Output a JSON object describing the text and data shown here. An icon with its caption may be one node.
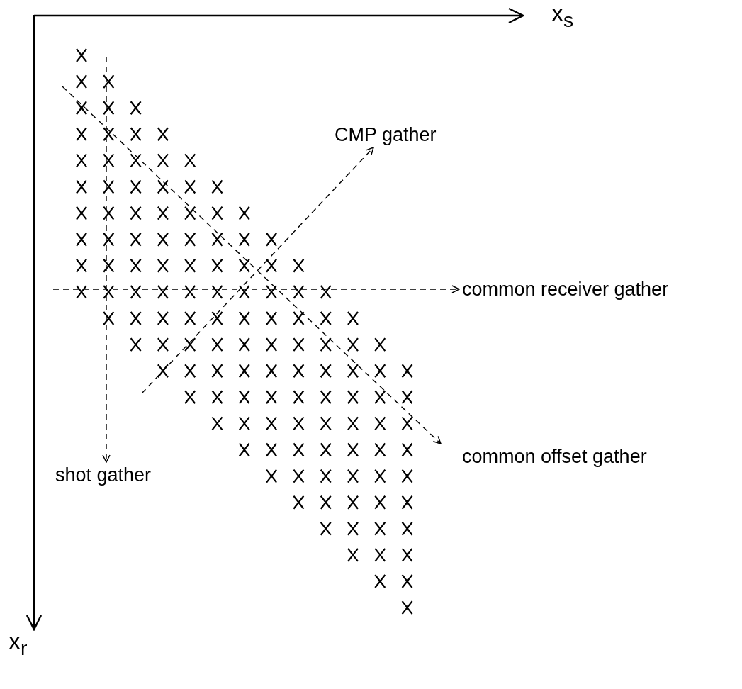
{
  "diagram": {
    "nodes": [
      {
        "text": [
          "CMP gather"
        ]
      },
      {
        "text": [
          "common receiver gather"
        ]
      },
      {
        "text": [
          "common offset gather"
        ]
      },
      {
        "text": [
          "shot gather"
        ]
      }
    ],
    "edges": [
      {
        "from": null,
        "to": 0,
        "arrow": "to",
        "style": "dashed"
      },
      {
        "from": null,
        "to": 1,
        "arrow": "to",
        "style": "dashed"
      },
      {
        "from": null,
        "to": 2,
        "arrow": "to",
        "style": "dashed"
      },
      {
        "from": null,
        "to": 3,
        "arrow": "to",
        "style": "dashed"
      }
    ],
    "labels": [
      "x$_{s}$",
      "x$_{r}$"
    ]
  }
}
